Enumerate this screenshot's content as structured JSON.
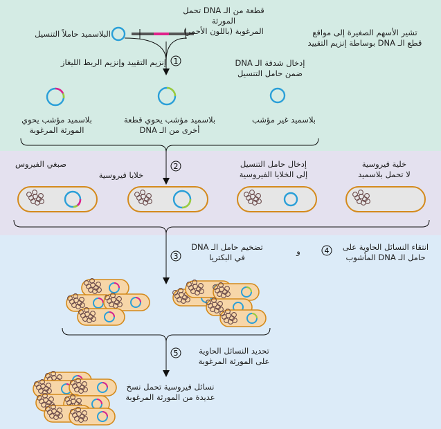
{
  "labels": {
    "dna_fragment": "قطعة من الـ DNA تحمل المورثة\nالمرغوبة (باللون الأحمر)",
    "plasmid_vector": "البلاسميد حاملاً التنسيل",
    "arrow_note": "تشير الأسهم الصغيرة إلى مواقع\nقطع الـ DNA بوساطة إنزيم التقييد",
    "enzymes": "إنزيم التقييد وإنزيم الربط الليغاز",
    "insert_dna": "إدخال شدفة الـ DNA\nضمن حامل التنسيل",
    "recomb_gene": "بلاسميد مؤشب يحوي\nالمورثة المرغوبة",
    "recomb_other": "بلاسميد مؤشب يحوي قطعة\nأخرى من الـ DNA",
    "non_recomb": "بلاسميد غير مؤشب",
    "viral_chromosome": "صبغي الفيروس",
    "viral_cells": "خلايا فيروسية",
    "insert_vector": "إدخال حامل التنسيل\nإلى الخلايا الفيروسية",
    "cell_no_plasmid": "خلية فيروسية\nلا تحمل بلاسميد",
    "amplify": "تضخيم حامل الـ DNA\nفي البكتريا",
    "and": "و",
    "select_colonies": "انتقاء النسائل الحاوية على\nحامل الـ DNA المأشوب",
    "identify": "تحديد النسائل الحاوية\nعلى المورثة المرغوبة",
    "final": "نسائل فيروسية تحمل نسخ\nعديدة من المورثة المرغوبة"
  },
  "steps": [
    "1",
    "2",
    "3",
    "4",
    "5"
  ],
  "colors": {
    "band1": "#d4ebe4",
    "band2": "#e4e1ef",
    "band3": "#dcebf8",
    "plasmid": "#2a9fd8",
    "gene": "#e0218a",
    "other_dna": "#9ccc3c",
    "cell_fill": "#e6e6e6",
    "cell_fill_orange": "#f7d6a8"
  }
}
